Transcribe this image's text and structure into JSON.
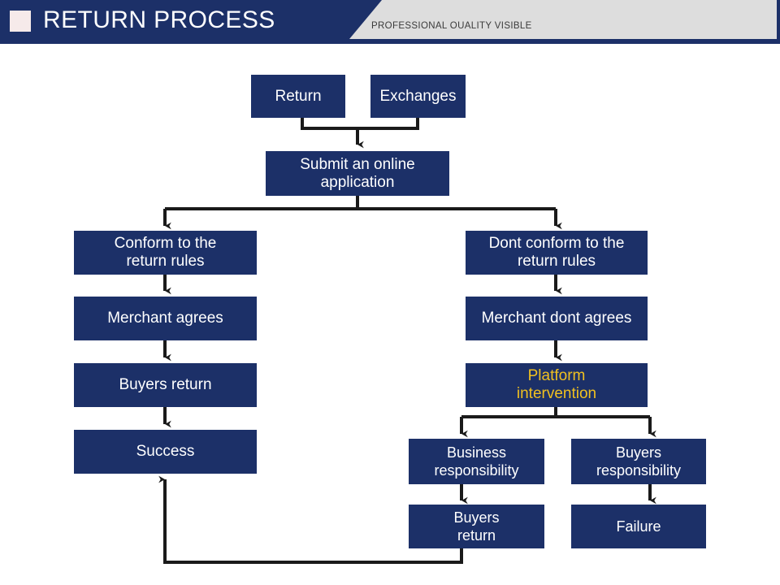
{
  "header": {
    "logo_icon": "square-logo-icon",
    "title": "RETURN PROCESS",
    "subtitle": "PROFESSIONAL OUALITY VISIBLE",
    "navy_color": "#1c3068",
    "gray_color": "#dddddd",
    "logo_color": "#f6eaea"
  },
  "flow": {
    "node_color": "#1c3068",
    "node_text_color": "#ffffff",
    "accent_text_color": "#f0c020",
    "connector_color": "#1a1a1a",
    "nodes": [
      {
        "id": "return",
        "label": "Return"
      },
      {
        "id": "exchanges",
        "label": "Exchanges"
      },
      {
        "id": "submit-application",
        "label": "Submit an online\napplication"
      },
      {
        "id": "conform-rules",
        "label": "Conform to the\nreturn rules"
      },
      {
        "id": "not-conform-rules",
        "label": "Dont conform to the\nreturn rules"
      },
      {
        "id": "merchant-agrees",
        "label": "Merchant agrees"
      },
      {
        "id": "merchant-dont-agrees",
        "label": "Merchant dont agrees"
      },
      {
        "id": "buyers-return-left",
        "label": "Buyers return"
      },
      {
        "id": "platform-intervention",
        "label": "Platform\nintervention"
      },
      {
        "id": "success",
        "label": "Success"
      },
      {
        "id": "business-responsibility",
        "label": "Business\nresponsibility"
      },
      {
        "id": "buyers-responsibility",
        "label": "Buyers\nresponsibility"
      },
      {
        "id": "buyers-return-bottom",
        "label": "Buyers\nreturn"
      },
      {
        "id": "failure",
        "label": "Failure"
      }
    ],
    "edges": [
      {
        "from": "return",
        "to": "submit-application"
      },
      {
        "from": "exchanges",
        "to": "submit-application"
      },
      {
        "from": "submit-application",
        "to": "conform-rules"
      },
      {
        "from": "submit-application",
        "to": "not-conform-rules"
      },
      {
        "from": "conform-rules",
        "to": "merchant-agrees"
      },
      {
        "from": "merchant-agrees",
        "to": "buyers-return-left"
      },
      {
        "from": "buyers-return-left",
        "to": "success"
      },
      {
        "from": "not-conform-rules",
        "to": "merchant-dont-agrees"
      },
      {
        "from": "merchant-dont-agrees",
        "to": "platform-intervention"
      },
      {
        "from": "platform-intervention",
        "to": "business-responsibility"
      },
      {
        "from": "platform-intervention",
        "to": "buyers-responsibility"
      },
      {
        "from": "business-responsibility",
        "to": "buyers-return-bottom"
      },
      {
        "from": "buyers-responsibility",
        "to": "failure"
      },
      {
        "from": "buyers-return-bottom",
        "to": "success"
      }
    ]
  }
}
